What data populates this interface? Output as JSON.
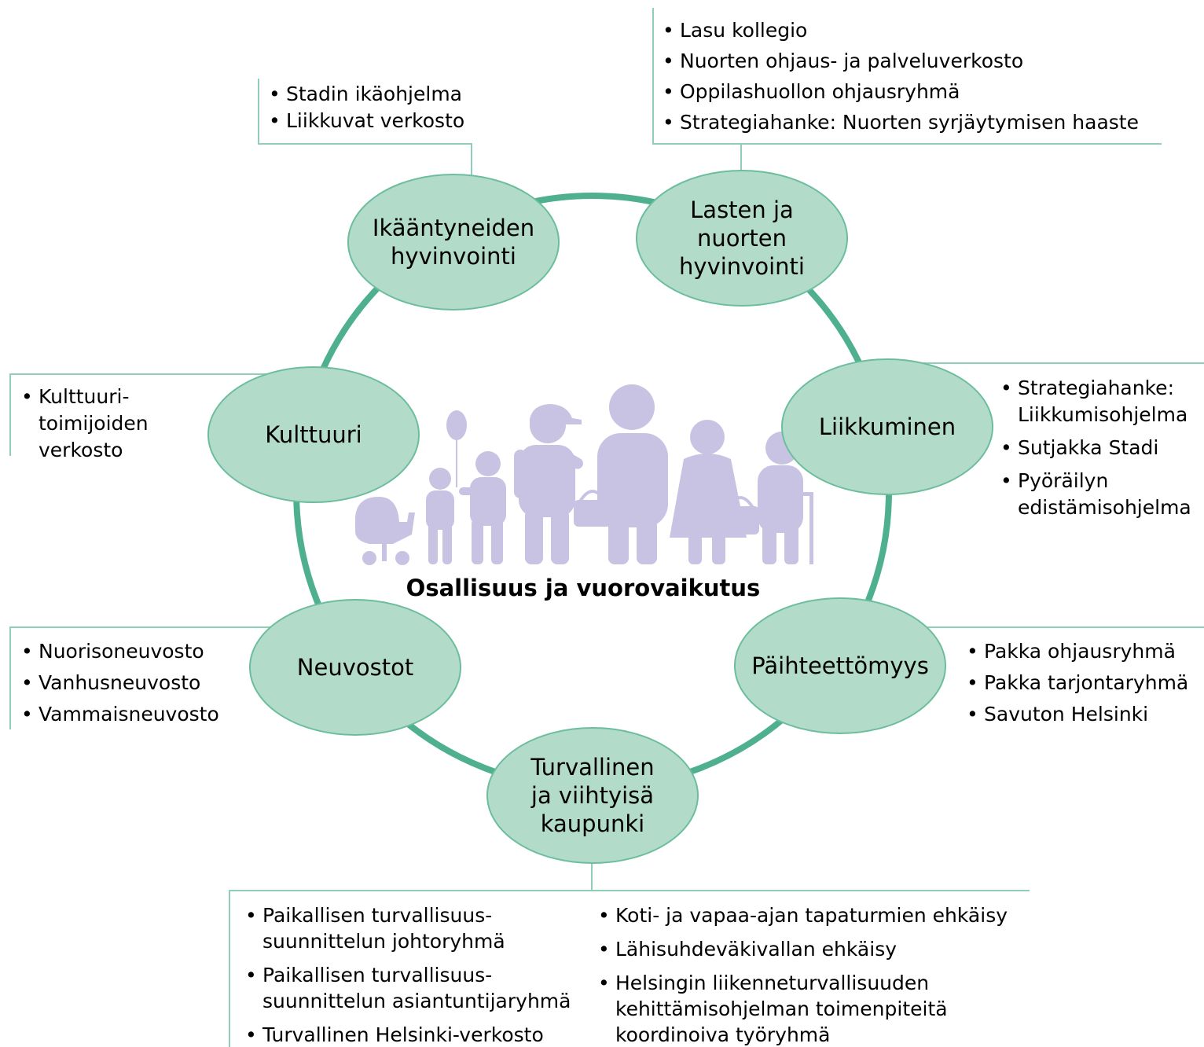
{
  "colors": {
    "ring": "#4fb08f",
    "node_fill": "#b2dcc9",
    "node_stroke": "#6cbd9e",
    "connector": "#8fcfb6",
    "people": "#c8c3e3"
  },
  "center": {
    "title": "Osallisuus ja vuorovaikutus",
    "icon": "family-people-icon"
  },
  "nodes": [
    {
      "id": "ikaantyneiden",
      "label": "Ikääntyneiden\nhyvinvointi",
      "items": [
        "Stadin ikäohjelma",
        "Liikkuvat verkosto"
      ]
    },
    {
      "id": "lasten",
      "label": "Lasten ja\nnuorten\nhyvinvointi",
      "items": [
        "Lasu kollegio",
        "Nuorten ohjaus- ja palveluverkosto",
        "Oppilashuollon ohjausryhmä",
        "Strategiahanke: Nuorten syrjäytymisen haaste"
      ]
    },
    {
      "id": "liikkuminen",
      "label": "Liikkuminen",
      "items": [
        "Strategiahanke:\nLiikkumisohjelma",
        "Sutjakka Stadi",
        "Pyöräilyn\nedistämisohjelma"
      ]
    },
    {
      "id": "paihteettomyys",
      "label": "Päihteettömyys",
      "items": [
        "Pakka ohjausryhmä",
        "Pakka tarjontaryhmä",
        "Savuton Helsinki"
      ]
    },
    {
      "id": "turvallinen",
      "label": "Turvallinen\nja viihtyisä\nkaupunki",
      "items_left": [
        "Paikallisen turvallisuus-\nsuunnittelun johtoryhmä",
        "Paikallisen turvallisuus-\nsuunnittelun asiantuntijaryhmä",
        "Turvallinen Helsinki-verkosto"
      ],
      "items_right": [
        "Koti- ja vapaa-ajan tapaturmien ehkäisy",
        "Lähisuhdeväkivallan ehkäisy",
        "Helsingin liikenneturvallisuuden\nkehittämisohjelman toimenpiteitä\nkoordinoiva työryhmä"
      ]
    },
    {
      "id": "neuvostot",
      "label": "Neuvostot",
      "items": [
        "Nuorisoneuvosto",
        "Vanhusneuvosto",
        "Vammaisneuvosto"
      ]
    },
    {
      "id": "kulttuuri",
      "label": "Kulttuuri",
      "items": [
        "Kulttuuri-\ntoimijoiden\nverkosto"
      ]
    }
  ]
}
